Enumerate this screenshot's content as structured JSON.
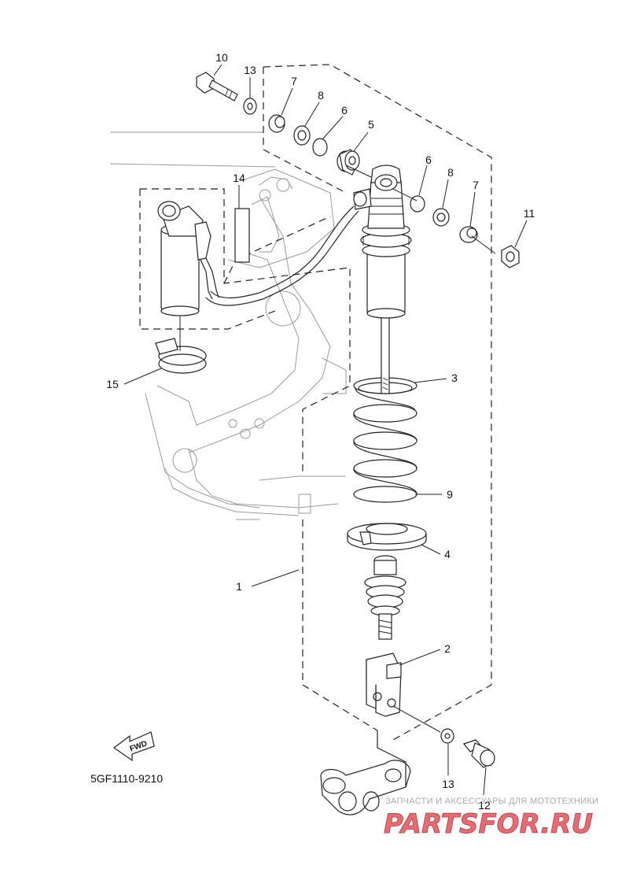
{
  "diagram": {
    "part_code": "5GF1110-9210",
    "fwd_label": "FWD",
    "callouts": [
      "1",
      "2",
      "3",
      "4",
      "5",
      "6",
      "6",
      "7",
      "7",
      "8",
      "8",
      "9",
      "10",
      "11",
      "12",
      "13",
      "13",
      "14",
      "15"
    ]
  },
  "watermark": {
    "tagline": "ЗАПЧАСТИ И АКСЕССУАРЫ ДЛЯ МОТОТЕХНИКИ",
    "logo": "PARTSFOR.RU",
    "logo_color": "#e0525a"
  }
}
